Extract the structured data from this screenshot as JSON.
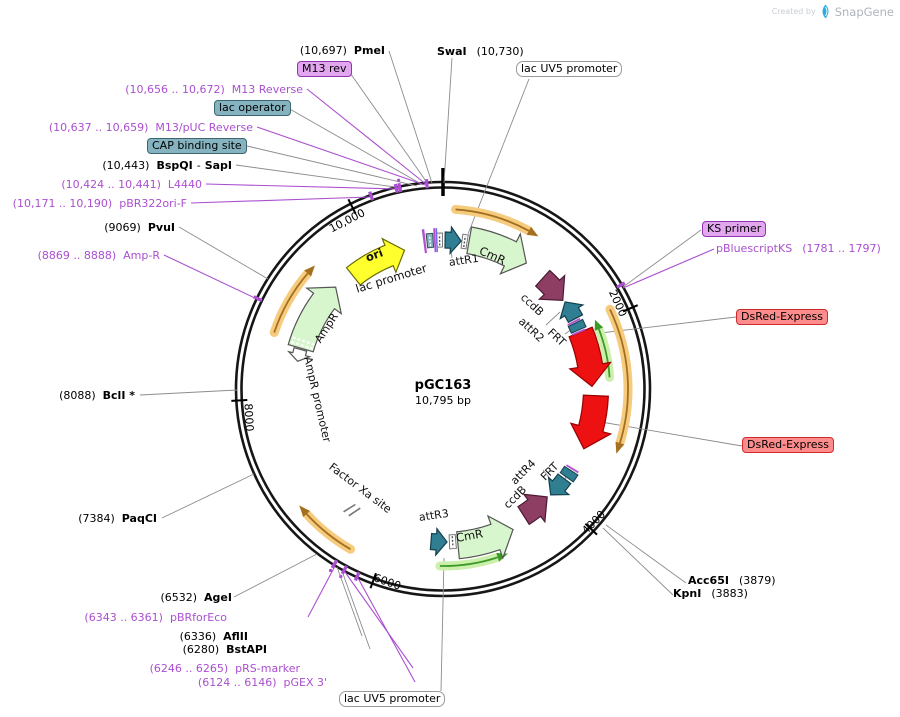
{
  "watermark": {
    "prefix": "Created by",
    "brand": "SnapGene"
  },
  "plasmid": {
    "name": "pGC163",
    "size": "10,795 bp"
  },
  "ticks": {
    "t2000": "2000",
    "t4000": "4000",
    "t6000": "6000",
    "t8000": "8000",
    "t10000": "10,000"
  },
  "callouts": {
    "pmei": {
      "pos": "(10,697)",
      "name": "PmeI"
    },
    "swai": {
      "name": "SwaI",
      "pos": "(10,730)"
    },
    "m13rev_box": {
      "label": "M13 rev"
    },
    "m13_reverse": {
      "pos": "(10,656 .. 10,672)",
      "name": "M13 Reverse"
    },
    "lac_operator_box": {
      "label": "lac operator"
    },
    "m13puc_reverse": {
      "pos": "(10,637 .. 10,659)",
      "name": "M13/pUC Reverse"
    },
    "cap_box": {
      "label": "CAP binding site"
    },
    "bspqi_sapi": {
      "pos": "(10,443)",
      "name1": "BspQI",
      "sep": "-",
      "name2": "SapI"
    },
    "l4440": {
      "pos": "(10,424 .. 10,441)",
      "name": "L4440"
    },
    "pbr322ori_f": {
      "pos": "(10,171 .. 10,190)",
      "name": "pBR322ori-F"
    },
    "pvui": {
      "pos": "(9069)",
      "name": "PvuI"
    },
    "amp_r": {
      "pos": "(8869 .. 8888)",
      "name": "Amp-R"
    },
    "bcli": {
      "pos": "(8088)",
      "name": "BclI *"
    },
    "paqci": {
      "pos": "(7384)",
      "name": "PaqCI"
    },
    "agei": {
      "pos": "(6532)",
      "name": "AgeI"
    },
    "pbrforeco": {
      "pos": "(6343 .. 6361)",
      "name": "pBRforEco"
    },
    "aflii": {
      "pos": "(6336)",
      "name": "AflII"
    },
    "bstapi": {
      "pos": "(6280)",
      "name": "BstAPI"
    },
    "prs_marker": {
      "pos": "(6246 .. 6265)",
      "name": "pRS-marker"
    },
    "pgex3": {
      "pos": "(6124 .. 6146)",
      "name": "pGEX 3'"
    },
    "lacuv5_top": {
      "label": "lac UV5 promoter"
    },
    "lacuv5_bottom": {
      "label": "lac UV5 promoter"
    },
    "ks_primer_box": {
      "label": "KS primer"
    },
    "pbluescriptks": {
      "name": "pBluescriptKS",
      "pos": "(1781 .. 1797)"
    },
    "dsred1": {
      "label": "DsRed-Express"
    },
    "dsred2": {
      "label": "DsRed-Express"
    },
    "acc65i": {
      "name": "Acc65I",
      "pos": "(3879)"
    },
    "kpni": {
      "name": "KpnI",
      "pos": "(3883)"
    }
  },
  "inner_labels": {
    "ori": "ori",
    "lac_promoter": "lac promoter",
    "attr1": "attR1",
    "cmr_top": "CmR",
    "ccdb_top": "ccdB",
    "attr2": "attR2",
    "frt_top": "FRT",
    "ampr": "AmpR",
    "ampr_promoter": "AmpR promoter",
    "factor_xa": "Factor Xa site",
    "attr3": "attR3",
    "cmr_bottom": "CmR",
    "attr4": "attR4",
    "ccdb_bottom": "ccdB",
    "frt_bottom": "FRT"
  },
  "colors": {
    "primer_purple": "#AB4FD0",
    "backbone": "#161616",
    "orange_arc": "#F6CB7E",
    "green_arc": "#CDEFAC",
    "red_orf": "#EE1111",
    "teal_site": "#2F7E91",
    "maroon_ccdb": "#8E3D63",
    "gene_green": "#D8F6CE",
    "ori_yellow": "#FFFF2E"
  }
}
